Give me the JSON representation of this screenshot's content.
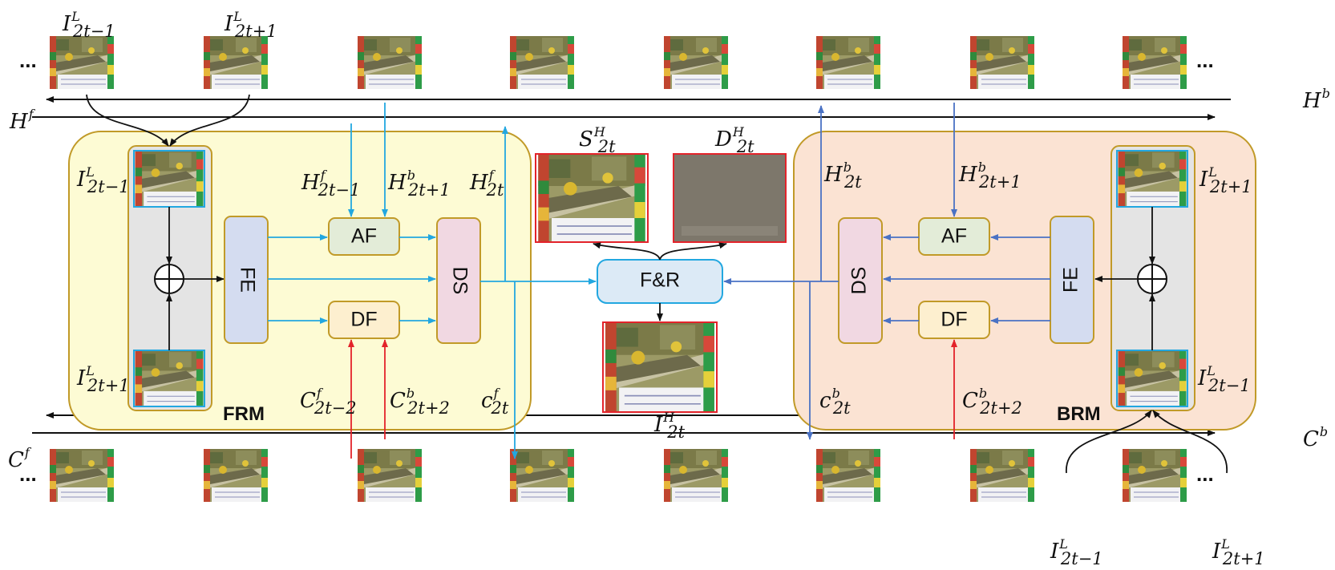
{
  "diagram": {
    "ellipsis": "...",
    "streams": {
      "hidden_forward": {
        "base": "H",
        "sup": "f"
      },
      "hidden_backward": {
        "base": "H",
        "sup": "b"
      },
      "cell_forward": {
        "base": "C",
        "sup": "f"
      },
      "cell_backward": {
        "base": "C",
        "sup": "b"
      }
    },
    "top_inputs": {
      "prev": {
        "base": "I",
        "sup": "L",
        "sub": "2t−1"
      },
      "next": {
        "base": "I",
        "sup": "L",
        "sub": "2t+1"
      }
    },
    "bottom_inputs": {
      "prev": {
        "base": "I",
        "sup": "L",
        "sub": "2t−1"
      },
      "next": {
        "base": "I",
        "sup": "L",
        "sub": "2t+1"
      }
    },
    "frm": {
      "title": "FRM",
      "input_top": {
        "base": "I",
        "sup": "L",
        "sub": "2t−1"
      },
      "input_bottom": {
        "base": "I",
        "sup": "L",
        "sub": "2t+1"
      },
      "h_prev": {
        "base": "H",
        "sup": "f",
        "sub": "2t−1"
      },
      "h_next": {
        "base": "H",
        "sup": "b",
        "sub": "2t+1"
      },
      "h_out": {
        "base": "H",
        "sup": "f",
        "sub": "2t"
      },
      "c_prev": {
        "base": "C",
        "sup": "f",
        "sub": "2t−2"
      },
      "c_next": {
        "base": "C",
        "sup": "b",
        "sub": "2t+2"
      },
      "c_out": {
        "base": "c",
        "sup": "f",
        "sub": "2t"
      },
      "fe": "FE",
      "af": "AF",
      "df": "DF",
      "ds": "DS"
    },
    "brm": {
      "title": "BRM",
      "input_top": {
        "base": "I",
        "sup": "L",
        "sub": "2t+1"
      },
      "input_bottom": {
        "base": "I",
        "sup": "L",
        "sub": "2t−1"
      },
      "h_out": {
        "base": "H",
        "sup": "b",
        "sub": "2t"
      },
      "h_next": {
        "base": "H",
        "sup": "b",
        "sub": "2t+1"
      },
      "c_out": {
        "base": "c",
        "sup": "b",
        "sub": "2t"
      },
      "c_next": {
        "base": "C",
        "sup": "b",
        "sub": "2t+2"
      },
      "fe": "FE",
      "af": "AF",
      "df": "DF",
      "ds": "DS"
    },
    "center": {
      "fr": "F&R",
      "structure": {
        "base": "S",
        "sup": "H",
        "sub": "2t"
      },
      "detail": {
        "base": "D",
        "sup": "H",
        "sub": "2t"
      },
      "output": {
        "base": "I",
        "sup": "H",
        "sub": "2t"
      }
    },
    "colors": {
      "frm_fill": "#fdfbd4",
      "frm_stroke": "#c19a28",
      "brm_fill": "#fbe3d3",
      "brm_stroke": "#c19a28",
      "frm_arrow": "#22a7e0",
      "brm_arrow": "#4a72c4",
      "cell_arrow": "#e3232a",
      "fe_fill": "#d4dcf0",
      "af_fill": "#e3ecd8",
      "df_fill": "#fdefcf",
      "ds_fill": "#f1d8e2",
      "fr_fill": "#dceaf6"
    }
  }
}
